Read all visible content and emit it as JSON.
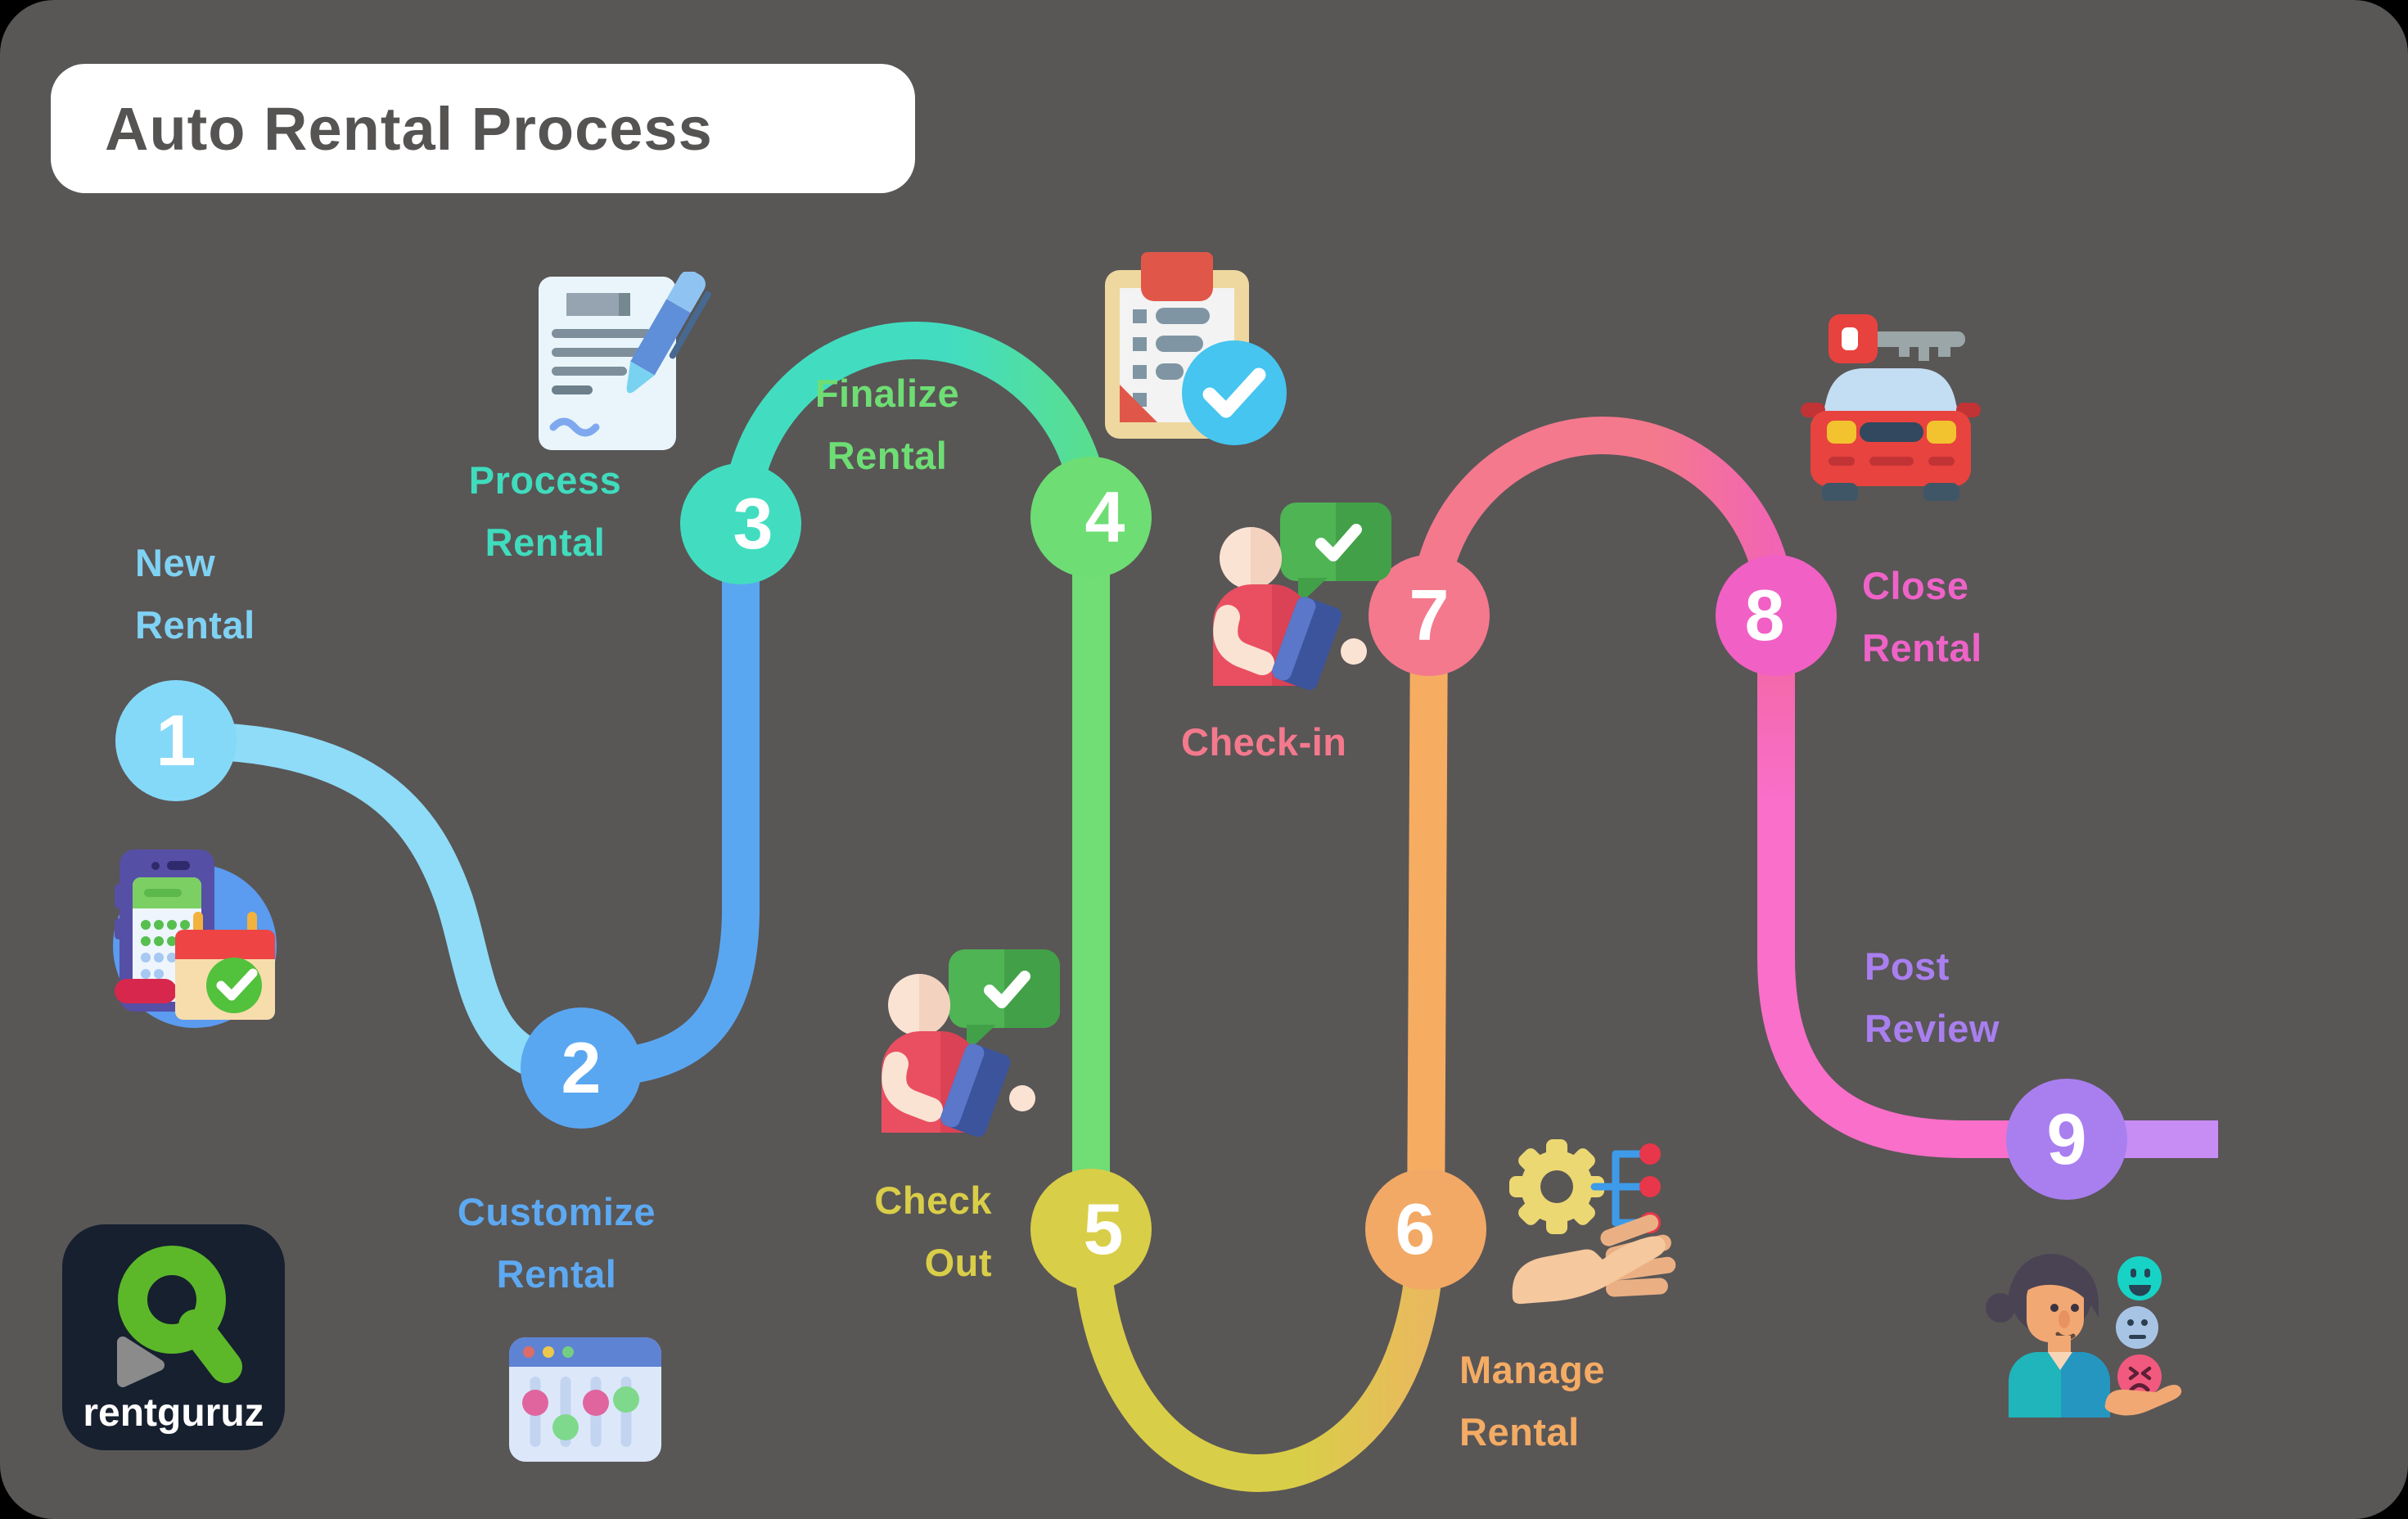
{
  "header": {
    "title": "Auto Rental Process"
  },
  "brand": {
    "name": "rentguruz"
  },
  "steps": [
    {
      "number": "1",
      "label": "New\nRental",
      "color": "#85d9f8",
      "label_color": "#7fd2f3",
      "icon": "phone-calendar-booking"
    },
    {
      "number": "2",
      "label": "Customize\nRental",
      "color": "#5aa7f1",
      "label_color": "#5da9f2",
      "icon": "browser-sliders"
    },
    {
      "number": "3",
      "label": "Process\nRental",
      "color": "#42ddc0",
      "label_color": "#3fdcbd",
      "icon": "contract-pen"
    },
    {
      "number": "4",
      "label": "Finalize\nRental",
      "color": "#6edd74",
      "label_color": "#6ede74",
      "icon": "clipboard-check"
    },
    {
      "number": "5",
      "label": "Check\nOut",
      "color": "#d9ce48",
      "label_color": "#d9ce48",
      "icon": "person-tablet-check"
    },
    {
      "number": "6",
      "label": "Manage\nRental",
      "color": "#f2a965",
      "label_color": "#f4ab64",
      "icon": "hand-gear-hierarchy"
    },
    {
      "number": "7",
      "label": "Check-in",
      "color": "#f4798d",
      "label_color": "#f4798d",
      "icon": "person-tablet-check"
    },
    {
      "number": "8",
      "label": "Close\nRental",
      "color": "#f160c4",
      "label_color": "#ef63c8",
      "icon": "car-key"
    },
    {
      "number": "9",
      "label": "Post\nReview",
      "color": "#a97ff0",
      "label_color": "#a97ff0",
      "icon": "customer-feedback-faces"
    }
  ],
  "segments": [
    {
      "from": "1",
      "to": "2",
      "color": "#8edcf8"
    },
    {
      "from": "2",
      "to": "3",
      "color": "#5aa7f1"
    },
    {
      "from": "3",
      "to": "4",
      "color_from": "#42ddc0",
      "color_to": "#59de8f"
    },
    {
      "from": "4",
      "to": "5",
      "color": "#70dd75"
    },
    {
      "from": "5",
      "to": "6",
      "color_from": "#d9ce48",
      "color_to": "#e9b95e"
    },
    {
      "from": "6",
      "to": "7",
      "color": "#f6ad62"
    },
    {
      "from": "7",
      "to": "8",
      "color_from": "#f4798d",
      "color_to": "#f264b4"
    },
    {
      "from": "8",
      "to": "9",
      "color_from": "#f2659e",
      "color_to": "#f96fc9"
    },
    {
      "from": "9",
      "to": "end",
      "color": "#c78df5"
    }
  ]
}
